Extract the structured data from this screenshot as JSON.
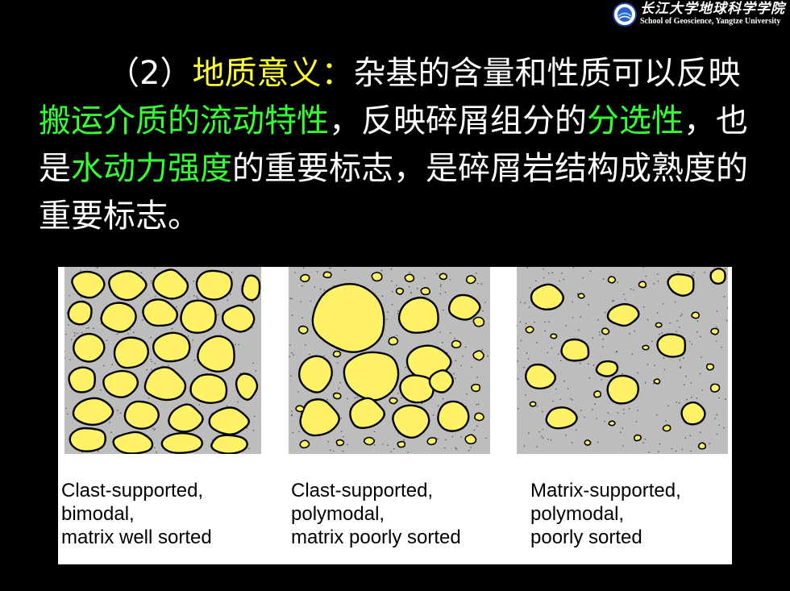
{
  "header": {
    "school_cn": "长江大学地球科学学院",
    "school_en": "School of Geoscience, Yangtze University"
  },
  "paragraph": {
    "number": "（2）",
    "term": "地质意义：",
    "s1": "杂基的含量和性质可以反映",
    "h1": "搬运介质的流动特性",
    "s2": "，反映碎屑组分的",
    "h2": "分选性",
    "s3": "，也是",
    "h3": "水动力强度",
    "s4": "的重要标志，是碎屑岩结构成熟度的重要标志。"
  },
  "figure": {
    "grain_color": "#fff266",
    "matrix_color": "#bdbdbd",
    "panels": [
      {
        "line1": "Clast-supported,",
        "line2": "bimodal,",
        "line3": "matrix well sorted"
      },
      {
        "line1": "Clast-supported,",
        "line2": "polymodal,",
        "line3": "matrix poorly sorted"
      },
      {
        "line1": "Matrix-supported,",
        "line2": "polymodal,",
        "line3": "poorly sorted"
      }
    ]
  }
}
